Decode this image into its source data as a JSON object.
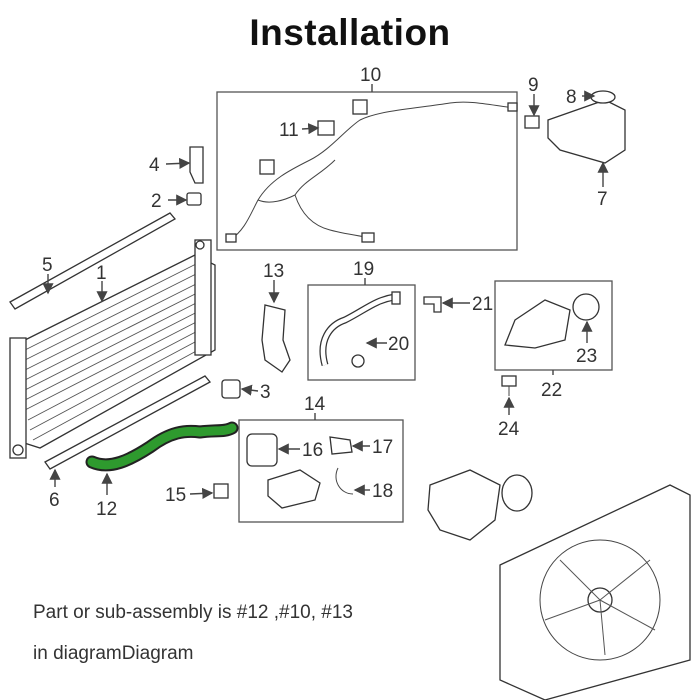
{
  "title": "Installation",
  "callouts": {
    "c1": "1",
    "c2": "2",
    "c3": "3",
    "c4": "4",
    "c5": "5",
    "c6": "6",
    "c7": "7",
    "c8": "8",
    "c9": "9",
    "c10": "10",
    "c11": "11",
    "c12": "12",
    "c13": "13",
    "c14": "14",
    "c15": "15",
    "c16": "16",
    "c17": "17",
    "c18": "18",
    "c19": "19",
    "c20": "20",
    "c21": "21",
    "c22": "22",
    "c23": "23",
    "c24": "24"
  },
  "caption": {
    "line1": "Part or sub-assembly is #12 ,#10, #13",
    "line2": "in diagramDiagram"
  },
  "colors": {
    "highlight_hose": "#2e9a2e",
    "line": "#444444"
  }
}
